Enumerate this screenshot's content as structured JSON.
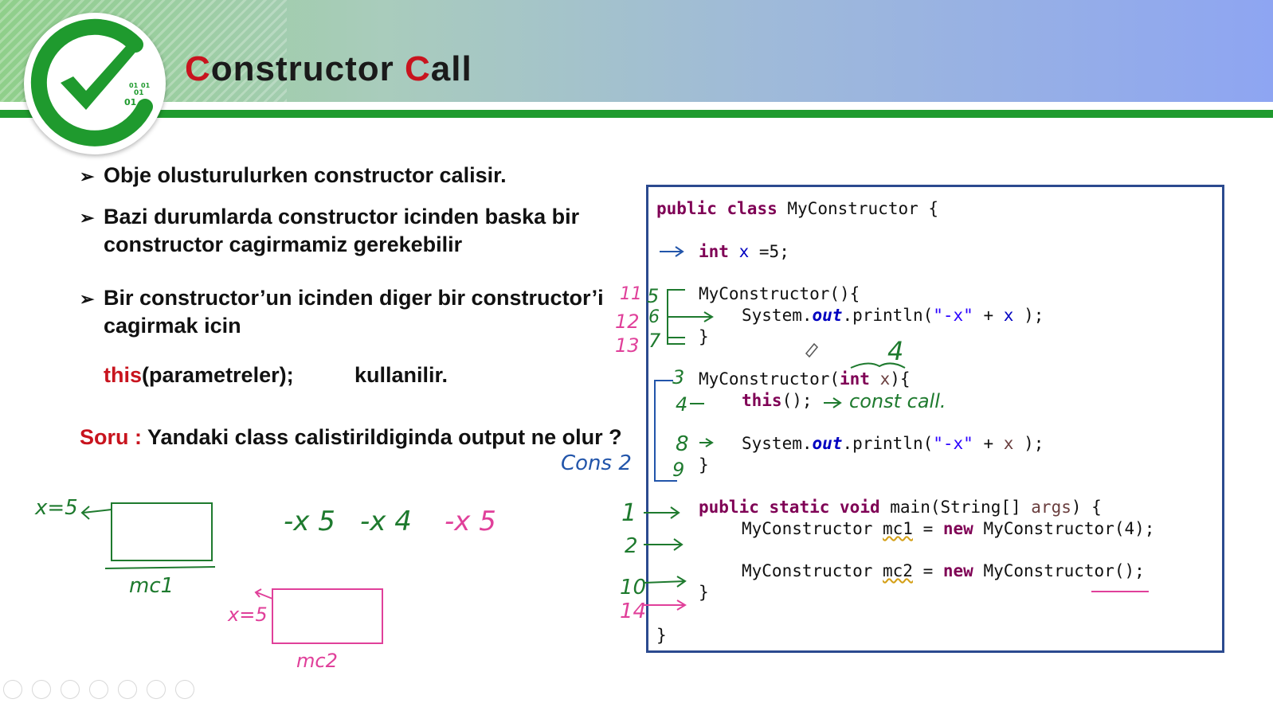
{
  "slide": {
    "title_first_letter_1": "C",
    "title_rest_1": "onstructor ",
    "title_first_letter_2": "C",
    "title_rest_2": "all",
    "logo_digits": [
      "01",
      "01",
      "01",
      "01"
    ]
  },
  "bullets": [
    {
      "line1": "Obje olusturulurken constructor calisir.",
      "line2": ""
    },
    {
      "line1": "Bazi durumlarda constructor icinden baska bir",
      "line2": "constructor cagirmamiz gerekebilir"
    },
    {
      "line1": "Bir constructor’un icinden diger bir constructor’i",
      "line2": "cagirmak icin"
    }
  ],
  "this_statement": {
    "keyword": "this",
    "args": "(parametreler);",
    "suffix": "kullanilir."
  },
  "question": {
    "label": "Soru : ",
    "text": "Yandaki class calistirildiginda output ne olur ?"
  },
  "code": {
    "l1": {
      "kw1": "public",
      "kw2": "class",
      "rest": "MyConstructor {"
    },
    "l2": {
      "kw": "int",
      "field": "x",
      "rest": "=5;"
    },
    "l3": {
      "text": "MyConstructor(){"
    },
    "l4": {
      "pre": "System.",
      "out": "out",
      "mid": ".println(",
      "str": "\"-x\"",
      "plus": " + ",
      "field": "x",
      "end": " );"
    },
    "l5": {
      "text": "}"
    },
    "l6": {
      "name": "MyConstructor(",
      "kw": "int",
      "param": "x",
      "end": "){"
    },
    "l7": {
      "kw": "this",
      "rest": "();"
    },
    "l8": {
      "pre": "System.",
      "out": "out",
      "mid": ".println(",
      "str": "\"-x\"",
      "plus": " + ",
      "param": "x",
      "end": " );"
    },
    "l9": {
      "text": "}"
    },
    "l10": {
      "kw1": "public",
      "kw2": "static",
      "kw3": "void",
      "rest": "main(String[] ",
      "param": "args",
      "end": ") {"
    },
    "l11": {
      "type": "MyConstructor ",
      "var": "mc1",
      "eq": " = ",
      "kw": "new",
      "rest": " MyConstructor(4);"
    },
    "l12": {
      "type": "MyConstructor ",
      "var": "mc2",
      "eq": " = ",
      "kw": "new",
      "rest": " MyConstructor();"
    },
    "l13": {
      "text": "}"
    },
    "l14": {
      "text": "}"
    }
  },
  "annotations": {
    "box1_label": "mc1",
    "box1_x": "x=5",
    "box2_label": "mc2",
    "box2_x": "x=5",
    "output_a": "-x 5",
    "output_b": "-x 4",
    "output_c": "-x 5",
    "cons2": "Cons 2",
    "const_call": "const call.",
    "four": "4",
    "steps_green": [
      "5",
      "6",
      "7",
      "3",
      "4",
      "8",
      "9",
      "1",
      "2",
      "10",
      "14"
    ],
    "steps_pink": [
      "11",
      "12",
      "13"
    ]
  },
  "colors": {
    "accent_red": "#c8141e",
    "keyword": "#7f0055",
    "field": "#0000c0",
    "ink_green": "#1e7a2e",
    "ink_pink": "#e0409a",
    "ink_blue": "#2255aa"
  }
}
